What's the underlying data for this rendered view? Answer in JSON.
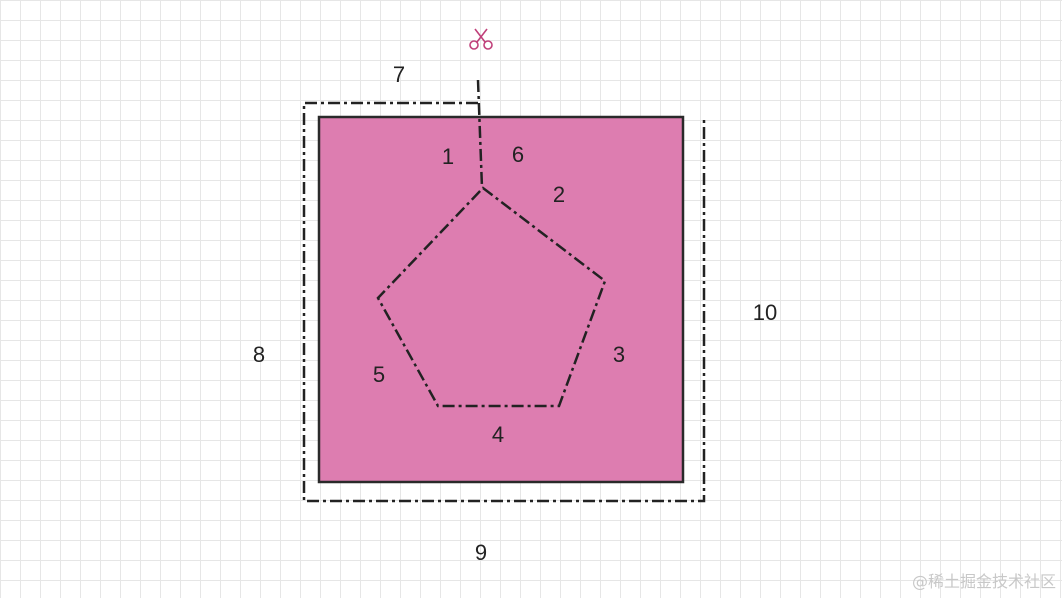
{
  "colors": {
    "paper": "#dd7db0",
    "outline": "#2a2a2a",
    "cut_line": "#222222",
    "scissors": "#c0407a",
    "grid": "#e6e6e6"
  },
  "icons": {
    "scissors": "scissors-icon"
  },
  "labels": {
    "l1": "1",
    "l2": "2",
    "l3": "3",
    "l4": "4",
    "l5": "5",
    "l6": "6",
    "l7": "7",
    "l8": "8",
    "l9": "9",
    "l10": "10"
  },
  "watermark": "@稀土掘金技术社区"
}
